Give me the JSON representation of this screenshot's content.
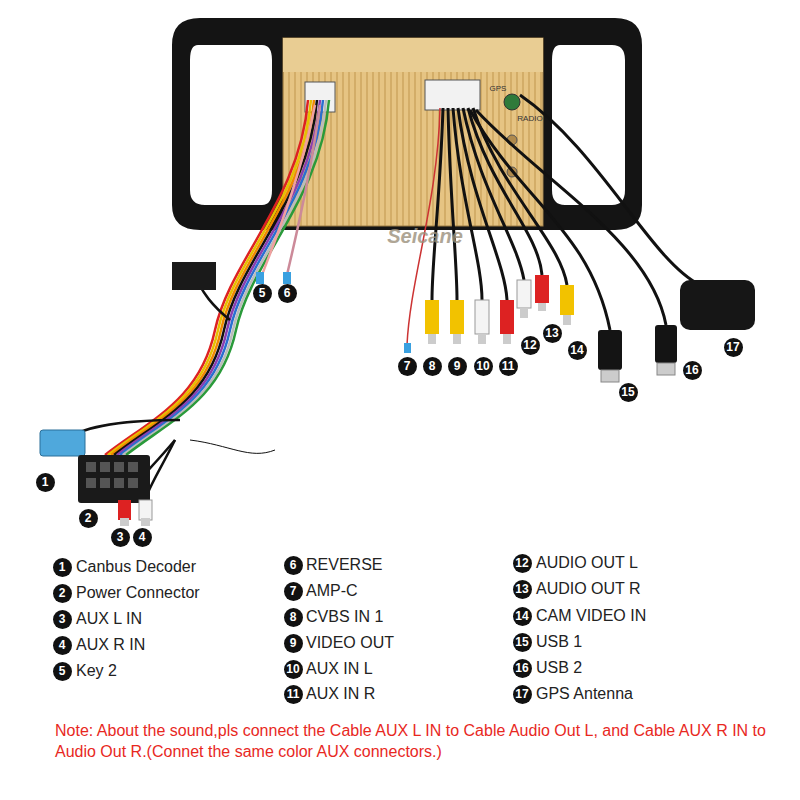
{
  "diagram": {
    "labels": [
      "1",
      "2",
      "3",
      "4",
      "5",
      "6",
      "7",
      "8",
      "9",
      "10",
      "11",
      "12",
      "13",
      "14",
      "15",
      "16",
      "17",
      "Seicane",
      "GPS",
      "RADIO",
      "1",
      "Canbus Decoder",
      "2",
      "Power Connector",
      "3",
      "AUX L IN",
      "4",
      "AUX R IN",
      "5",
      "Key 2",
      "6",
      "REVERSE",
      "7",
      "AMP-C",
      "8",
      "CVBS IN 1",
      "9",
      "VIDEO OUT",
      "10",
      "AUX IN L",
      "11",
      "AUX IN R",
      "12",
      "AUDIO OUT L",
      "13",
      "AUDIO OUT R",
      "14",
      "CAM VIDEO IN",
      "15",
      "USB 1",
      "16",
      "USB 2",
      "17",
      "GPS Antenna",
      "Note: About the sound,pls connect the Cable AUX L IN to Cable Audio Out L, and Cable AUX R IN to  Audio Out R.(Connet the same color AUX connectors.)"
    ]
  }
}
